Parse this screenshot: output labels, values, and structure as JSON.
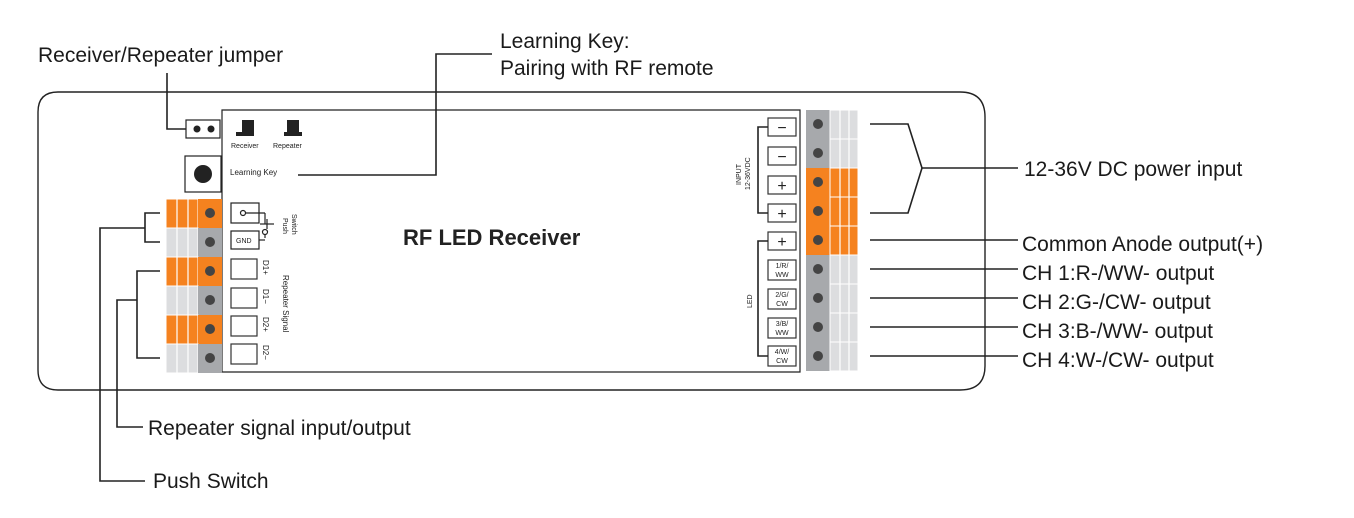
{
  "callouts": {
    "jumper": "Receiver/Repeater jumper",
    "learning_key_line1": "Learning Key:",
    "learning_key_line2": "Pairing with RF remote",
    "power_input": "12-36V DC power input",
    "common_anode": "Common Anode output(+)",
    "ch1": "CH 1:R-/WW- output",
    "ch2": "CH 2:G-/CW- output",
    "ch3": "CH 3:B-/WW- output",
    "ch4": "CH 4:W-/CW- output",
    "repeater_signal": "Repeater signal input/output",
    "push_switch": "Push Switch"
  },
  "board": {
    "title": "RF LED Receiver",
    "receiver_label": "Receiver",
    "repeater_label": "Repeater",
    "learning_key_label": "Learning Key",
    "push_label": "Push",
    "switch_label": "Switch",
    "gnd_label": "GND",
    "d1_plus": "D1+",
    "d1_minus": "D1−",
    "d2_plus": "D2+",
    "d2_minus": "D2−",
    "repeater_signal_label": "Repeater Signal",
    "input_label": "INPUT",
    "voltage_label": "12-36VDC",
    "led_label": "LED",
    "minus_sign": "−",
    "plus_sign": "+",
    "ch1_line1": "1/R/",
    "ch1_line2": "WW",
    "ch2_line1": "2/G/",
    "ch2_line2": "CW",
    "ch3_line1": "3/B/",
    "ch3_line2": "WW",
    "ch4_line1": "4/W/",
    "ch4_line2": "CW"
  },
  "colors": {
    "orange": "#f5821f",
    "grey": "#a7a9ac",
    "light_grey": "#dcdddf",
    "outline": "#222222"
  }
}
